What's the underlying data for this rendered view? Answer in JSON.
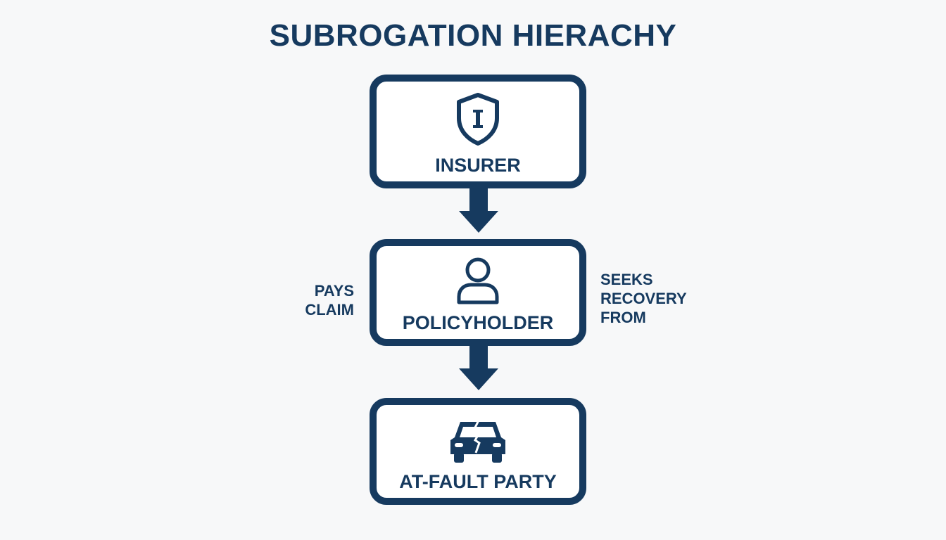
{
  "title": "SUBROGATION HIERACHY",
  "nodes": [
    {
      "label": "INSURER",
      "icon": "shield-icon"
    },
    {
      "label": "POLICYHOLDER",
      "icon": "person-icon"
    },
    {
      "label": "AT-FAULT PARTY",
      "icon": "crashed-car-icon"
    }
  ],
  "side_labels": {
    "left": [
      "PAYS",
      "CLAIM"
    ],
    "right": [
      "SEEKS",
      "RECOVERY",
      "FROM"
    ]
  },
  "colors": {
    "primary": "#163a5f",
    "background": "#f7f8f9"
  }
}
